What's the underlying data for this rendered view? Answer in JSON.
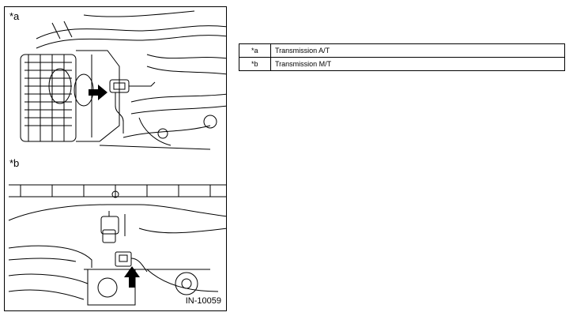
{
  "figure": {
    "panel_a_label": "*a",
    "panel_b_label": "*b",
    "figure_id": "IN-10059"
  },
  "legend": {
    "rows": [
      {
        "key": "*a",
        "description": "Transmission A/T"
      },
      {
        "key": "*b",
        "description": "Transmission M/T"
      }
    ]
  }
}
